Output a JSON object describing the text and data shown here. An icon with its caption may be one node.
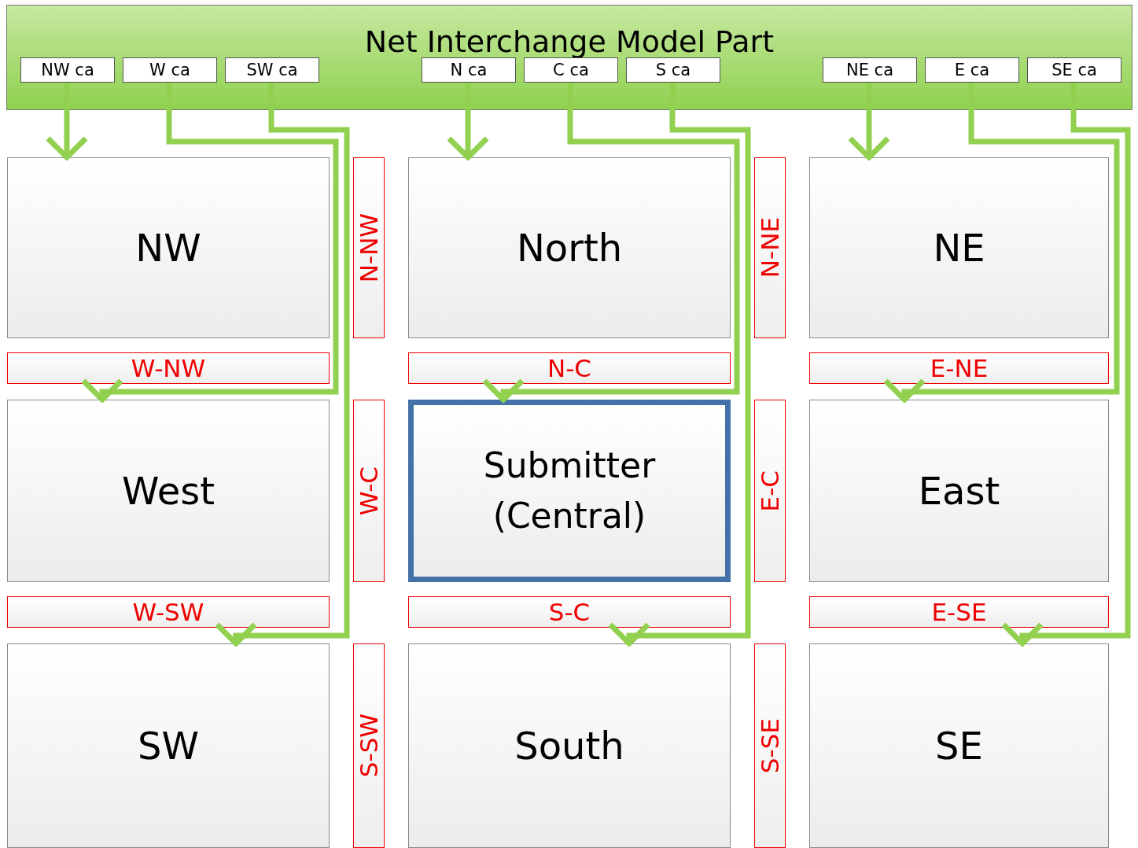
{
  "diagram": {
    "nodes": [
      {
        "text": [
          "Net Interchange Model Part"
        ]
      },
      {
        "text": [
          "NW ca"
        ],
        "in": 0
      },
      {
        "text": [
          "W ca"
        ],
        "in": 0
      },
      {
        "text": [
          "SW ca"
        ],
        "in": 0
      },
      {
        "text": [
          "N ca"
        ],
        "in": 0
      },
      {
        "text": [
          "C ca"
        ],
        "in": 0
      },
      {
        "text": [
          "S ca"
        ],
        "in": 0
      },
      {
        "text": [
          "NE ca"
        ],
        "in": 0
      },
      {
        "text": [
          "E ca"
        ],
        "in": 0
      },
      {
        "text": [
          "SE ca"
        ],
        "in": 0
      },
      {
        "text": [
          "NW"
        ]
      },
      {
        "text": [
          "N-NW"
        ]
      },
      {
        "text": [
          "North"
        ]
      },
      {
        "text": [
          "N-NE"
        ]
      },
      {
        "text": [
          "NE"
        ]
      },
      {
        "text": [
          "W-NW"
        ]
      },
      {
        "text": [
          "N-C"
        ]
      },
      {
        "text": [
          "E-NE"
        ]
      },
      {
        "text": [
          "West"
        ]
      },
      {
        "text": [
          "W-C"
        ]
      },
      {
        "text": [
          "Submitter (Central)"
        ]
      },
      {
        "text": [
          "E-C"
        ]
      },
      {
        "text": [
          "East"
        ]
      },
      {
        "text": [
          "W-SW"
        ]
      },
      {
        "text": [
          "S-C"
        ]
      },
      {
        "text": [
          "E-SE"
        ]
      },
      {
        "text": [
          "SW"
        ]
      },
      {
        "text": [
          "S-SW"
        ]
      },
      {
        "text": [
          "South"
        ]
      },
      {
        "text": [
          "S-SE"
        ]
      },
      {
        "text": [
          "SE"
        ]
      }
    ],
    "edges": [
      {
        "from": 1,
        "to": 10,
        "arrow": "to"
      },
      {
        "from": 2,
        "to": 18,
        "arrow": "to"
      },
      {
        "from": 3,
        "to": 26,
        "arrow": "to"
      },
      {
        "from": 4,
        "to": 12,
        "arrow": "to"
      },
      {
        "from": 5,
        "to": 20,
        "arrow": "to"
      },
      {
        "from": 6,
        "to": 28,
        "arrow": "to"
      },
      {
        "from": 7,
        "to": 14,
        "arrow": "to"
      },
      {
        "from": 8,
        "to": 22,
        "arrow": "to"
      },
      {
        "from": 9,
        "to": 30,
        "arrow": "to"
      }
    ]
  }
}
